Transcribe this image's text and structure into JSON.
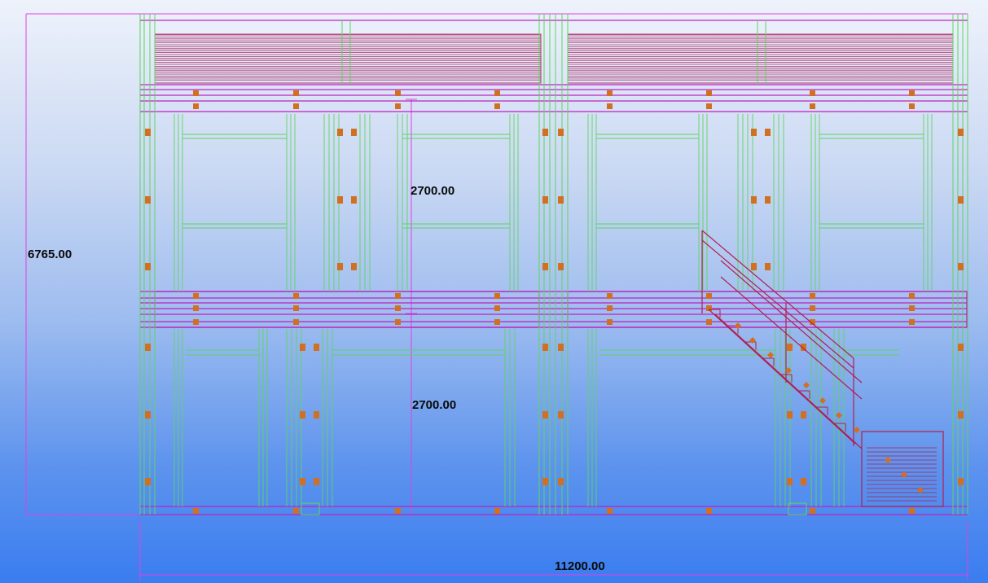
{
  "drawing": {
    "dimensions": {
      "overall_height": "6765.00",
      "upper_storey_height": "2700.00",
      "lower_storey_height": "2700.00",
      "overall_width": "11200.00"
    },
    "colors": {
      "background_top": "#eef2fb",
      "background_bottom": "#3a7df0",
      "dimension_lines": "#e040e0",
      "beams": "#c020c0",
      "columns": "#5cd65c",
      "bolts": "#d07020",
      "roof_panels": "#b0306a",
      "stair": "#b02050"
    }
  }
}
